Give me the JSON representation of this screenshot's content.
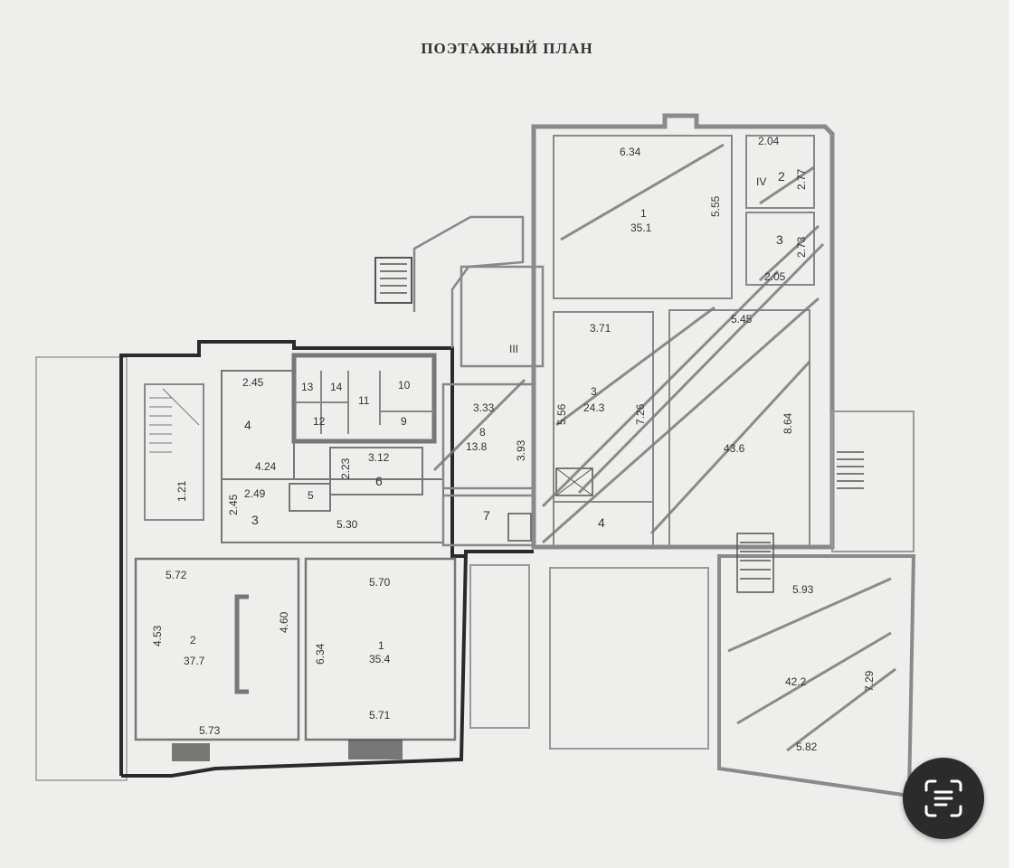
{
  "title": "ПОЭТАЖНЫЙ ПЛАН",
  "labels": {
    "left_top_2_45": "2.45",
    "room_4_num": "4",
    "room_4_dim": "4.24",
    "r13": "13",
    "r14": "14",
    "r11": "11",
    "r10": "10",
    "r12": "12",
    "r9": "9",
    "room_6_top": "3.12",
    "room_6_side": "2.23",
    "room_6_num": "6",
    "room_5_num": "5",
    "room_3_top": "2.49",
    "room_3_side": "2.45",
    "room_3_num": "3",
    "room_3_bottom": "5.30",
    "stair_left": "1.21",
    "room_8_top": "3.33",
    "room_8_num": "8",
    "room_8_area": "13.8",
    "room_8_side": "3.93",
    "room_7_num": "7",
    "room_III": "III",
    "r1_top": "6.34",
    "r1_num": "1",
    "r1_area": "35.1",
    "r1_side": "5.55",
    "r2_top": "2.04",
    "r2_iv": "IV",
    "r2_num": "2",
    "r2_side": "2.77",
    "r3small_num": "3",
    "r3small_side": "2.73",
    "r3small_bottom": "2.05",
    "r3b_top": "3.71",
    "r3b_num": "3",
    "r3b_area": "24.3",
    "r3b_left": "5.56",
    "r3b_right": "7.26",
    "r_big_top": "5.45",
    "r_big_area": "43.6",
    "r_big_side": "8.64",
    "r_4b_num": "4",
    "l2_top": "5.72",
    "l2_side_l": "4.53",
    "l2_num": "2",
    "l2_area": "37.7",
    "l2_side_r": "4.60",
    "l2_bottom": "5.73",
    "l1_top": "5.70",
    "l1_side": "6.34",
    "l1_num": "1",
    "l1_area": "35.4",
    "l1_bottom": "5.71",
    "r42_top": "5.93",
    "r42_area": "42.2",
    "r42_side": "7.29",
    "r42_bottom": "5.82"
  },
  "icons": {
    "scan": "document-scan-icon"
  },
  "colors": {
    "wall_dark": "#2a2a2a",
    "wall_gray": "#8a8a8a",
    "hatch": "#7a7a7a",
    "background": "#eeeeec",
    "button_bg": "#2b2b2b"
  }
}
